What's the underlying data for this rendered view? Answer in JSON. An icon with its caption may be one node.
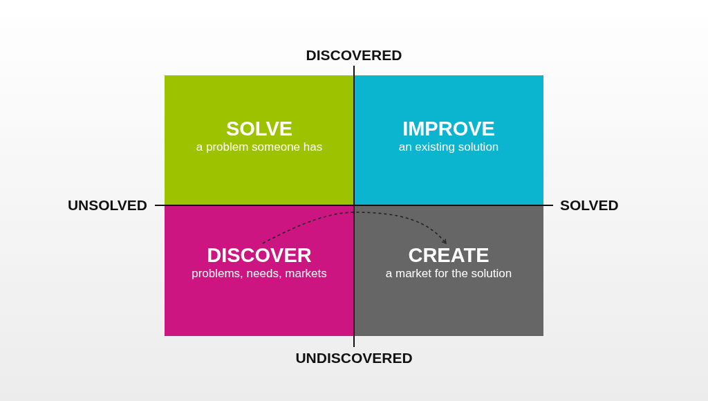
{
  "diagram": {
    "nodes": [
      {
        "text": [
          "SOLVE",
          "a problem someone has"
        ]
      },
      {
        "text": [
          "IMPROVE",
          "an existing solution"
        ]
      },
      {
        "text": [
          "DISCOVER",
          "problems, needs, markets"
        ]
      },
      {
        "text": [
          "CREATE",
          "a market for the solution"
        ]
      }
    ],
    "edges": [
      {
        "from": 2,
        "to": 3,
        "arrow": "to",
        "style": "dashed"
      }
    ],
    "labels": [
      "DISCOVERED",
      "UNSOLVED",
      "SOLVED",
      "UNDISCOVERED"
    ]
  }
}
